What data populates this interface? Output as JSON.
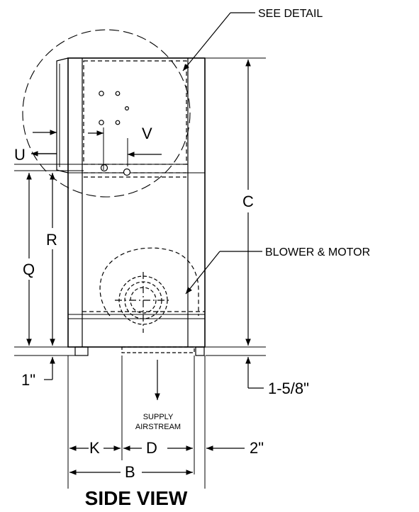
{
  "callouts": {
    "see_detail": "SEE DETAIL",
    "blower_motor": "BLOWER & MOTOR"
  },
  "dims": {
    "C": "C",
    "Q": "Q",
    "R": "R",
    "U": "U",
    "V": "V",
    "K": "K",
    "D": "D",
    "B": "B",
    "one_inch": "1\"",
    "one_five_eighths": "1-5/8\"",
    "two_inch": "2\""
  },
  "supply": {
    "line1": "SUPPLY",
    "line2": "AIRSTREAM"
  },
  "view_title": "SIDE VIEW"
}
